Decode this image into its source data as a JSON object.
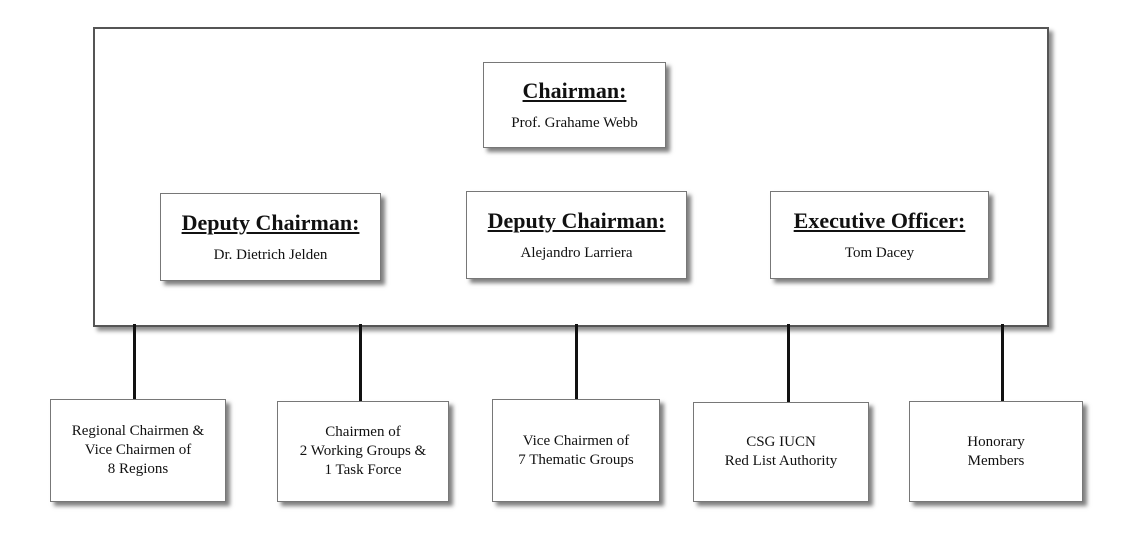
{
  "committee": {
    "chairman": {
      "title": "Chairman:",
      "name": "Prof. Grahame Webb"
    },
    "deputy_1": {
      "title": "Deputy Chairman:",
      "name": "Dr. Dietrich Jelden"
    },
    "deputy_2": {
      "title": "Deputy Chairman:",
      "name": "Alejandro Larriera"
    },
    "executive": {
      "title": "Executive Officer:",
      "name": "Tom Dacey"
    }
  },
  "groups": [
    {
      "label": "Regional Chairmen &\nVice Chairmen of\n8 Regions"
    },
    {
      "label": "Chairmen of\n2 Working Groups &\n1 Task Force"
    },
    {
      "label": "Vice Chairmen of\n7 Thematic Groups"
    },
    {
      "label": "CSG IUCN\nRed List Authority"
    },
    {
      "label": "Honorary\nMembers"
    }
  ]
}
